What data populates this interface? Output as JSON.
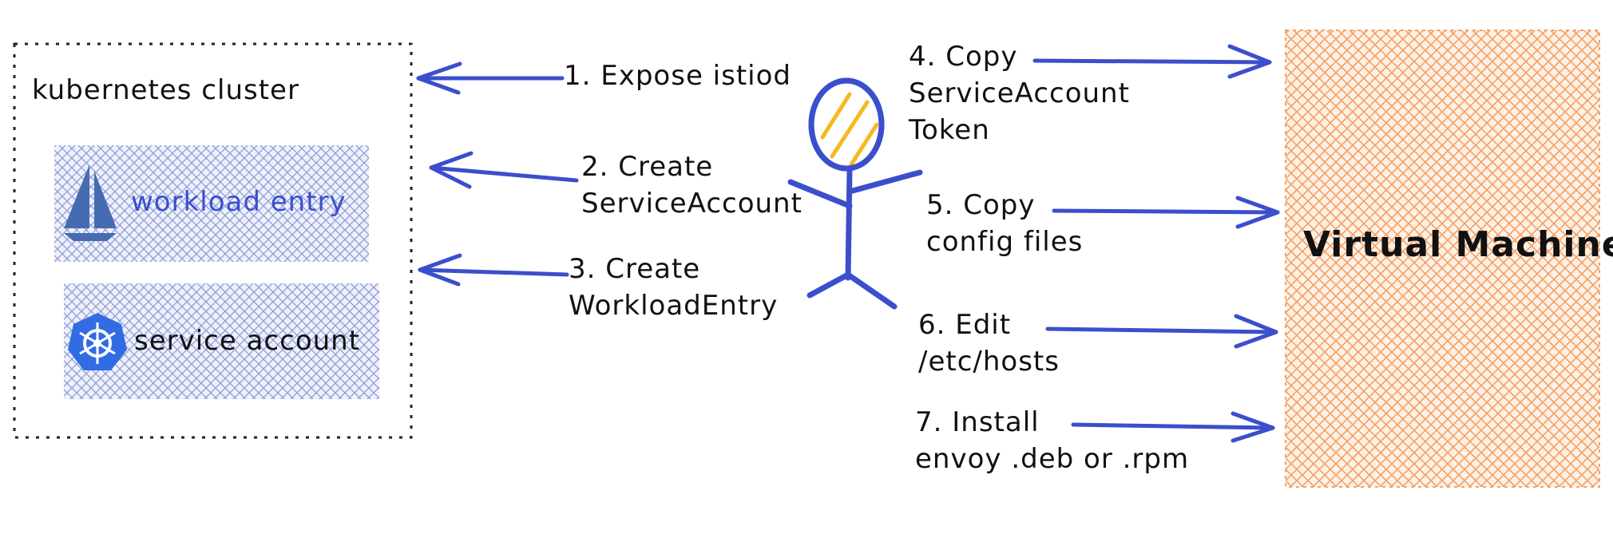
{
  "cluster": {
    "title": "kubernetes cluster",
    "workload_entry_label": "workload entry",
    "service_account_label": "service account",
    "istio_logo_icon": "istio-sail-logo-icon",
    "kubernetes_logo_icon": "kubernetes-helm-wheel-logo-icon"
  },
  "vm": {
    "title": "Virtual Machine"
  },
  "steps": {
    "s1": {
      "line1": "1. Expose istiod"
    },
    "s2": {
      "line1": "2. Create",
      "line2": "ServiceAccount"
    },
    "s3": {
      "line1": "3. Create",
      "line2": "WorkloadEntry"
    },
    "s4": {
      "line1": "4. Copy",
      "line2": "ServiceAccount",
      "line3": "Token"
    },
    "s5": {
      "line1": "5. Copy",
      "line2": "config files"
    },
    "s6": {
      "line1": "6. Edit",
      "line2": "/etc/hosts"
    },
    "s7": {
      "line1": "7. Install",
      "line2": "envoy .deb or .rpm"
    }
  },
  "colors": {
    "arrow_blue": "#3b4fcc",
    "hatch_blue": "#8b9ad6",
    "vm_orange": "#f4a064",
    "head_yellow": "#f5b921",
    "istio_blue": "#466bb0",
    "k8s_blue": "#326ce5"
  }
}
